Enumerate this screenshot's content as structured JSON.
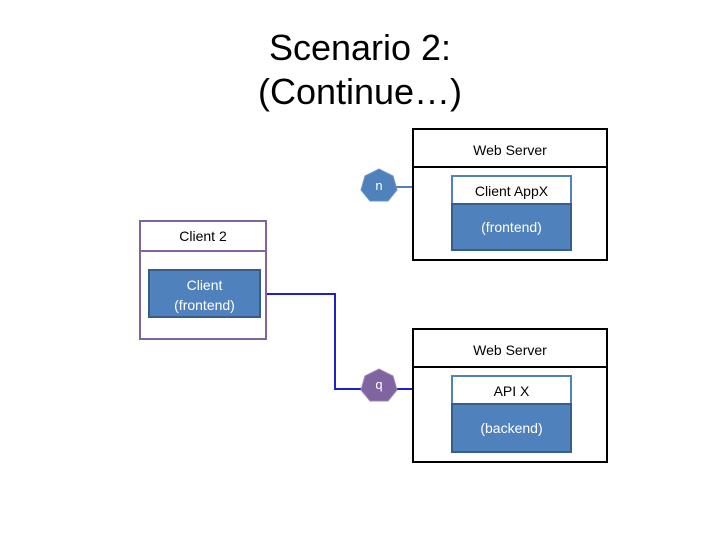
{
  "title": {
    "line1": "Scenario 2:",
    "line2": "(Continue…)"
  },
  "client2": {
    "title": "Client 2",
    "frontend": {
      "line1": "Client",
      "line2": "(frontend)"
    }
  },
  "web_server_top": {
    "title": "Web Server",
    "app_header": "Client AppX",
    "app_body": "(frontend)"
  },
  "web_server_bottom": {
    "title": "Web Server",
    "app_header": "API X",
    "app_body": "(backend)"
  },
  "tokens": {
    "n": "n",
    "q": "q"
  },
  "colors": {
    "client_border": "#8064a2",
    "app_fill": "#4f81bd",
    "app_border": "#385d8a",
    "token_n": "#4f81bd",
    "token_q": "#8064a2",
    "flow_line": "#1f1fd0",
    "request_arrow": "#4f81bd"
  }
}
